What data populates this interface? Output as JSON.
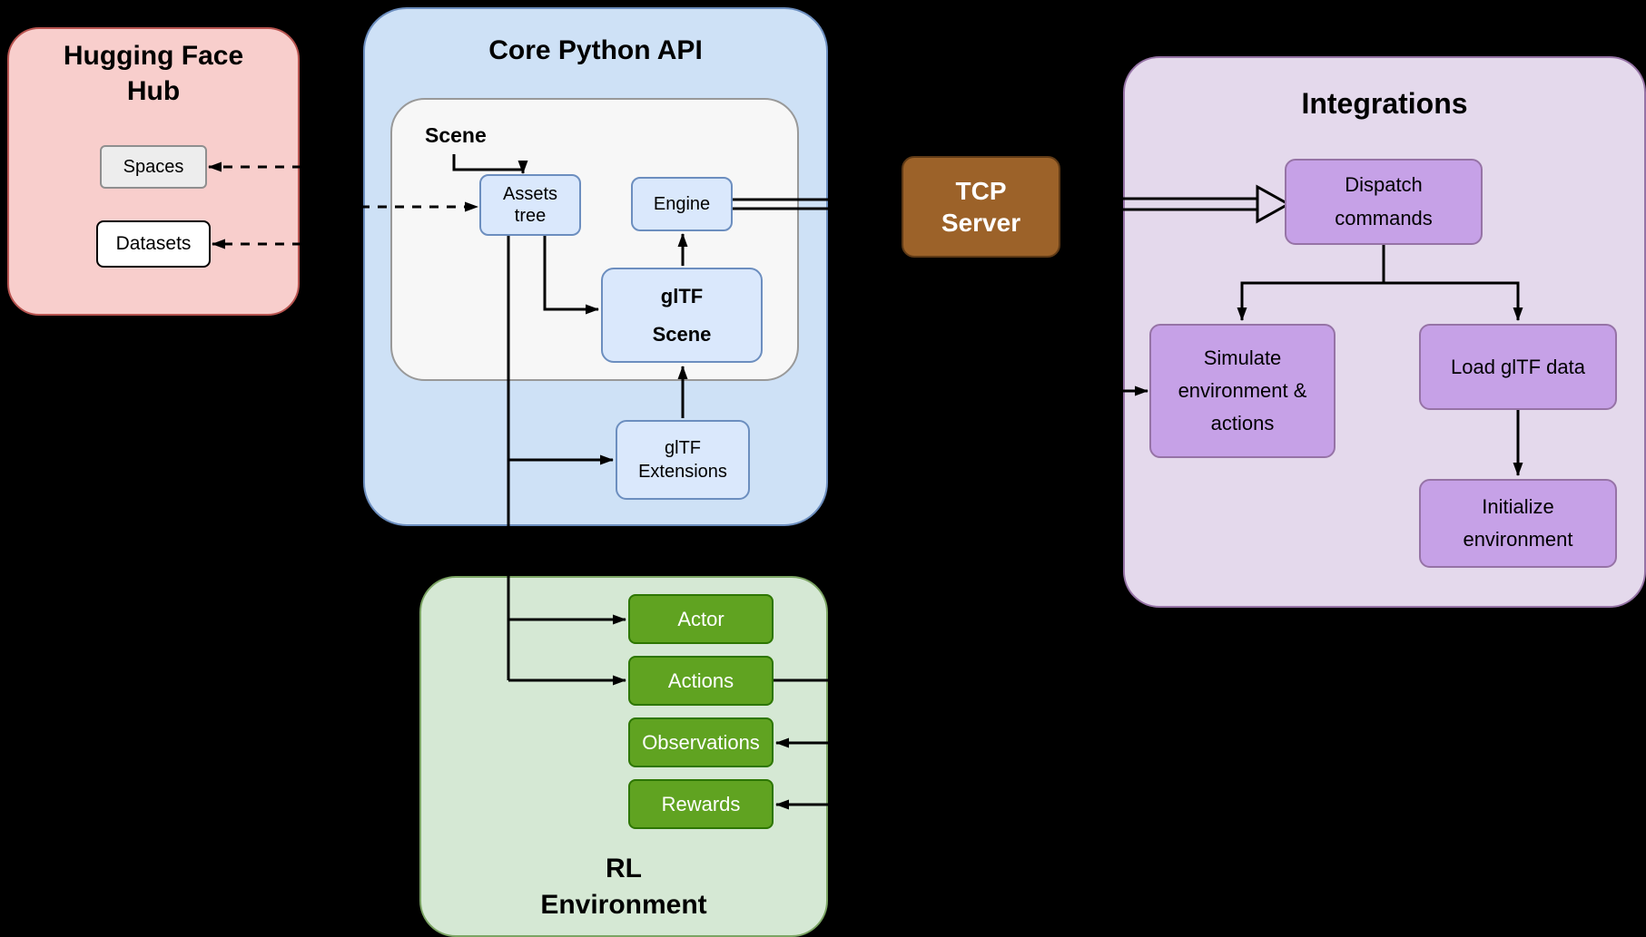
{
  "diagram": {
    "background": "#000000",
    "hub": {
      "title": "Hugging Face Hub",
      "spaces": "Spaces",
      "datasets": "Datasets"
    },
    "core": {
      "title": "Core Python API",
      "scene_label": "Scene",
      "assets_tree": "Assets tree",
      "engine": "Engine",
      "gltf_scene": "glTF Scene",
      "gltf_extensions": "glTF Extensions"
    },
    "tcp": {
      "label": "TCP Server"
    },
    "integrations": {
      "title": "Integrations",
      "dispatch": "Dispatch commands",
      "simulate": "Simulate environment & actions",
      "load": "Load glTF data",
      "initialize": "Initialize environment"
    },
    "rl": {
      "title": "RL Environment",
      "actor": "Actor",
      "actions": "Actions",
      "observations": "Observations",
      "rewards": "Rewards"
    },
    "colors": {
      "hub_fill": "#F8CECC",
      "hub_stroke": "#B85450",
      "core_fill": "#CEE1F6",
      "core_stroke": "#6C8EBF",
      "scene_fill": "#F7F7F7",
      "node_blue_fill": "#DAE8FC",
      "tcp_fill": "#9C6229",
      "integrations_fill": "#E4D9EC",
      "node_purple_fill": "#C6A1E7",
      "purple_stroke": "#9673A6",
      "rl_fill": "#D5E8D4",
      "node_green_fill": "#60A321",
      "connector": "#000000"
    }
  }
}
